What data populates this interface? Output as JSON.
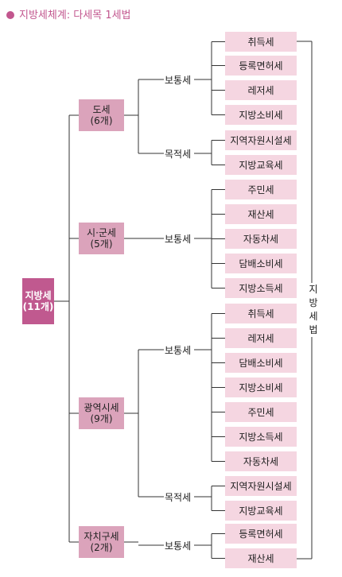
{
  "title": "지방세체계:  다세목  1세법",
  "colors": {
    "accent": "#c2568e",
    "root": "#c0598f",
    "level2": "#dba3bb",
    "leaf": "#f5d6e1"
  },
  "root": {
    "name": "지방세",
    "count": "(11개)"
  },
  "law_label": [
    "지",
    "방",
    "세",
    "법"
  ],
  "groups": [
    {
      "name": "도세",
      "count": "(6개)",
      "subs": [
        {
          "label": "보통세",
          "items": [
            "취득세",
            "등록면허세",
            "레저세",
            "지방소비세"
          ]
        },
        {
          "label": "목적세",
          "items": [
            "지역자원시설세",
            "지방교육세"
          ]
        }
      ]
    },
    {
      "name": "시·군세",
      "count": "(5개)",
      "subs": [
        {
          "label": "보통세",
          "items": [
            "주민세",
            "재산세",
            "자동차세",
            "담배소비세",
            "지방소득세"
          ]
        }
      ]
    },
    {
      "name": "광역시세",
      "count": "(9개)",
      "subs": [
        {
          "label": "보통세",
          "items": [
            "취득세",
            "레저세",
            "담배소비세",
            "지방소비세",
            "주민세",
            "지방소득세",
            "자동차세"
          ]
        },
        {
          "label": "목적세",
          "items": [
            "지역자원시설세",
            "지방교육세"
          ]
        }
      ]
    },
    {
      "name": "자치구세",
      "count": "(2개)",
      "subs": [
        {
          "label": "보통세",
          "items": [
            "등록면허세",
            "재산세"
          ]
        }
      ]
    }
  ]
}
